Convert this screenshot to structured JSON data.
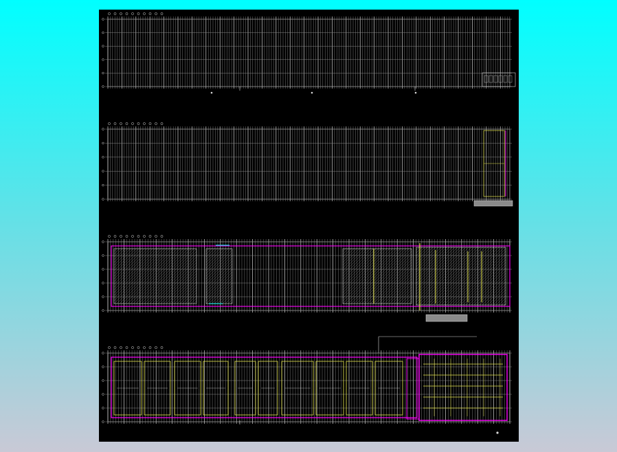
{
  "drawing": {
    "colors": {
      "background": "#000000",
      "page_gradient_top": "#00ffff",
      "page_gradient_bottom": "#c9c9d6",
      "grid_lines": "#8a8a8a",
      "grid_bright": "#d8d8d8",
      "walls_magenta": "#ff00ff",
      "walls_yellow": "#e6e64c",
      "accent_cyan": "#20e0e0",
      "hatch": "#7a7a7a"
    },
    "plans": [
      {
        "id": "plan-1",
        "kind": "structural-grid"
      },
      {
        "id": "plan-2",
        "kind": "structural-grid"
      },
      {
        "id": "plan-3",
        "kind": "hatched-floor-plan"
      },
      {
        "id": "plan-4",
        "kind": "room-layout-plan"
      }
    ]
  }
}
